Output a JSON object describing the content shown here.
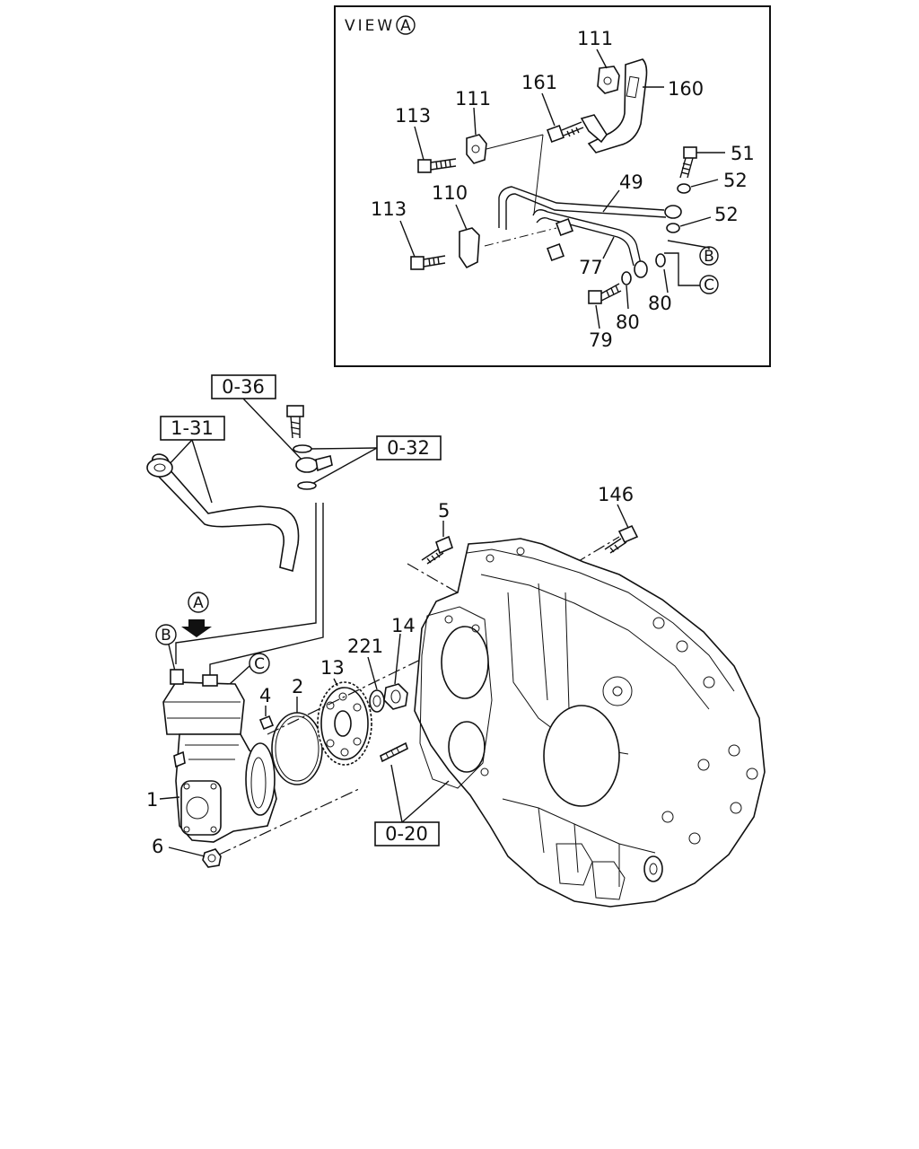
{
  "inset": {
    "title_prefix": "VIEW",
    "title_marker": "A",
    "callouts": {
      "c111_top": "111",
      "c160": "160",
      "c161": "161",
      "c111_mid": "111",
      "c113_top": "113",
      "c51": "51",
      "c52_top": "52",
      "c49": "49",
      "c110": "110",
      "c113_low": "113",
      "c52_low": "52",
      "c77": "77",
      "c80_right": "80",
      "c80_low": "80",
      "c79": "79"
    },
    "markers": {
      "b": "B",
      "c": "C"
    }
  },
  "main": {
    "boxed_refs": {
      "r036": "0-36",
      "r131": "1-31",
      "r032": "0-32",
      "r020": "0-20"
    },
    "callouts": {
      "c5": "5",
      "c146": "146",
      "c14": "14",
      "c221": "221",
      "c13": "13",
      "c2": "2",
      "c4": "4",
      "c1": "1",
      "c6": "6"
    },
    "markers": {
      "view_a": "A",
      "b": "B",
      "c": "C"
    }
  }
}
